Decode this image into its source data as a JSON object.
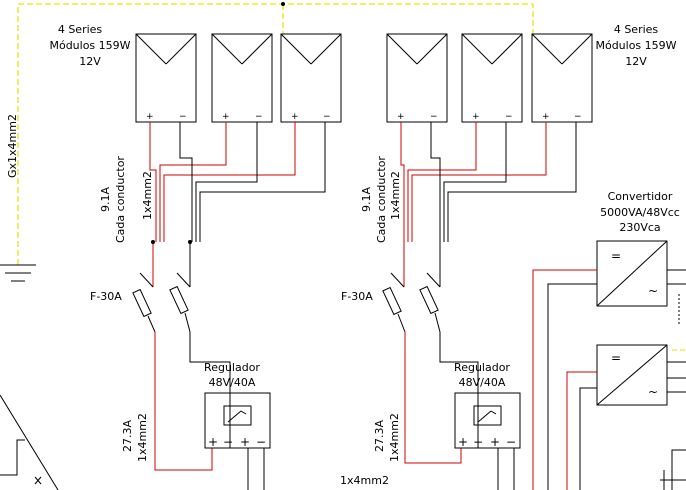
{
  "array_left": {
    "series_label_1": "4 Series",
    "series_label_2": "Módulos 159W",
    "series_label_3": "12V"
  },
  "array_right": {
    "series_label_1": "4 Series",
    "series_label_2": "Módulos 159W",
    "series_label_3": "12V"
  },
  "ground_cable": "Gx1x4mm2",
  "left_branch": {
    "current": "9.1A",
    "current_note": "Cada conductor",
    "cable": "1x4mm2",
    "fuse": "F-30A",
    "regulator_title": "Regulador",
    "regulator_rating": "48V/40A",
    "out_current": "27.3A",
    "out_cable": "1x4mm2"
  },
  "right_branch": {
    "current": "9.1A",
    "current_note": "Cada conductor",
    "cable": "1x4mm2",
    "fuse": "F-30A",
    "regulator_title": "Regulador",
    "regulator_rating": "48V/40A",
    "out_current": "27.3A",
    "out_cable": "1x4mm2"
  },
  "bottom_cable": "1x4mm2",
  "converter": {
    "title": "Convertidor",
    "rating": "5000VA/48Vcc",
    "voltage": "230Vca",
    "dc_symbol": "=",
    "ac_symbol": "~"
  },
  "terminal_plus": "+",
  "terminal_minus": "−",
  "colors": {
    "ground": "#e6e600",
    "positive": "#d00000",
    "negative": "#000000"
  }
}
